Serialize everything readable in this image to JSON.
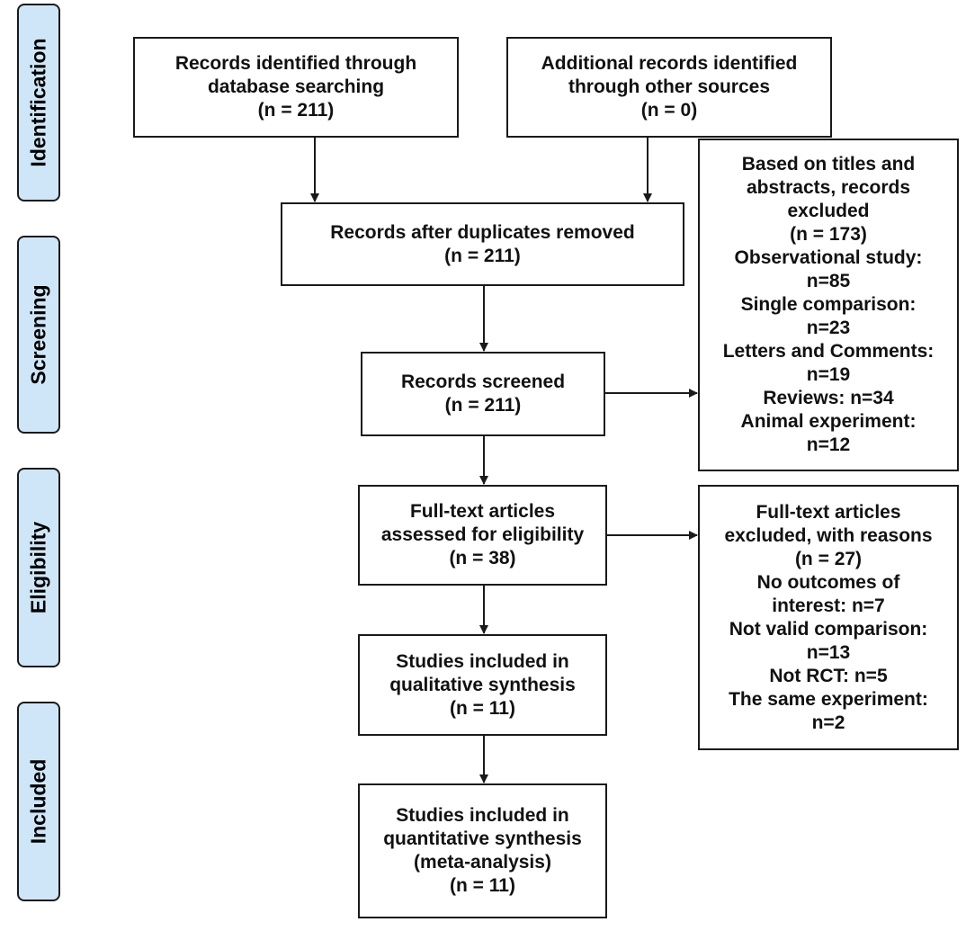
{
  "stages": {
    "identification": "Identification",
    "screening": "Screening",
    "eligibility": "Eligibility",
    "included": "Included"
  },
  "boxes": {
    "database": [
      "Records identified through",
      "database searching",
      "(n = 211)"
    ],
    "other": [
      "Additional records identified",
      "through other sources",
      "(n = 0)"
    ],
    "duplicates": [
      "Records after duplicates removed",
      "(n = 211)"
    ],
    "screened": [
      "Records screened",
      "(n = 211)"
    ],
    "excluded_titles": [
      "Based on titles and",
      "abstracts, records",
      "excluded",
      "(n = 173)",
      "Observational study:",
      "n=85",
      "Single comparison:",
      "n=23",
      "Letters and Comments:",
      "n=19",
      "Reviews: n=34",
      "Animal experiment:",
      "n=12"
    ],
    "fulltext": [
      "Full-text articles",
      "assessed for eligibility",
      "(n = 38)"
    ],
    "excluded_fulltext": [
      "Full-text articles",
      "excluded, with reasons",
      "(n = 27)",
      "No outcomes of",
      "interest: n=7",
      "Not valid comparison:",
      "n=13",
      "Not RCT: n=5",
      "The same experiment:",
      "n=2"
    ],
    "qualitative": [
      "Studies included in",
      "qualitative synthesis",
      "(n = 11)"
    ],
    "quantitative": [
      "Studies included in",
      "quantitative synthesis",
      "(meta-analysis)",
      "(n = 11)"
    ]
  },
  "colors": {
    "stage_fill": "#cfe6f8",
    "border": "#1a1a1a"
  }
}
